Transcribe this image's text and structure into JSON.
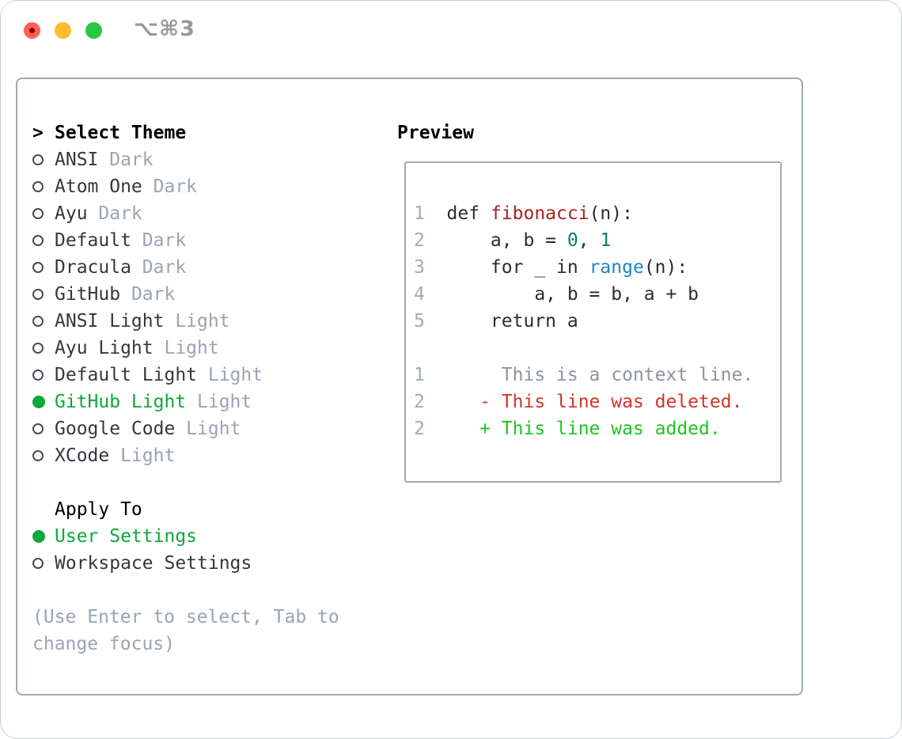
{
  "window": {
    "title": "⌥⌘3",
    "traffic_lights": {
      "close_color": "#ff5f57",
      "close_dot_color": "#850a06",
      "minimize_color": "#febc2e",
      "maximize_color": "#28c840"
    }
  },
  "theme_picker": {
    "prompt": ">",
    "header": "Select Theme",
    "items": [
      {
        "name": "ANSI",
        "tag": "Dark",
        "selected": false
      },
      {
        "name": "Atom One",
        "tag": "Dark",
        "selected": false
      },
      {
        "name": "Ayu",
        "tag": "Dark",
        "selected": false
      },
      {
        "name": "Default",
        "tag": "Dark",
        "selected": false
      },
      {
        "name": "Dracula",
        "tag": "Dark",
        "selected": false
      },
      {
        "name": "GitHub",
        "tag": "Dark",
        "selected": false
      },
      {
        "name": "ANSI Light",
        "tag": "Light",
        "selected": false
      },
      {
        "name": "Ayu Light",
        "tag": "Light",
        "selected": false
      },
      {
        "name": "Default Light",
        "tag": "Light",
        "selected": false
      },
      {
        "name": "GitHub Light",
        "tag": "Light",
        "selected": true
      },
      {
        "name": "Google Code",
        "tag": "Light",
        "selected": false
      },
      {
        "name": "XCode",
        "tag": "Light",
        "selected": false
      }
    ]
  },
  "apply_to": {
    "header": "Apply To",
    "items": [
      {
        "name": "User Settings",
        "selected": true
      },
      {
        "name": "Workspace Settings",
        "selected": false
      }
    ]
  },
  "help": {
    "line1": "(Use Enter to select, Tab to",
    "line2": "change focus)"
  },
  "preview": {
    "header": "Preview",
    "lines": [
      {
        "segments": [
          {
            "t": "1  ",
            "c": "ln"
          },
          {
            "t": "def ",
            "c": "pl"
          },
          {
            "t": "fibonacci",
            "c": "fn"
          },
          {
            "t": "(n):",
            "c": "pl"
          }
        ]
      },
      {
        "segments": [
          {
            "t": "2  ",
            "c": "ln"
          },
          {
            "t": "    a, b = ",
            "c": "pl"
          },
          {
            "t": "0",
            "c": "num"
          },
          {
            "t": ", ",
            "c": "pl"
          },
          {
            "t": "1",
            "c": "num"
          }
        ]
      },
      {
        "segments": [
          {
            "t": "3  ",
            "c": "ln"
          },
          {
            "t": "    for _ in ",
            "c": "pl"
          },
          {
            "t": "range",
            "c": "bi"
          },
          {
            "t": "(n):",
            "c": "pl"
          }
        ]
      },
      {
        "segments": [
          {
            "t": "4  ",
            "c": "ln"
          },
          {
            "t": "        a, b = b, a + b",
            "c": "pl"
          }
        ]
      },
      {
        "segments": [
          {
            "t": "5  ",
            "c": "ln"
          },
          {
            "t": "    return a",
            "c": "pl"
          }
        ]
      },
      {
        "segments": []
      },
      {
        "segments": [
          {
            "t": "1  ",
            "c": "ln"
          },
          {
            "t": "     This is a context line.",
            "c": "ctx"
          }
        ]
      },
      {
        "segments": [
          {
            "t": "2  ",
            "c": "ln"
          },
          {
            "t": "   - This line was deleted.",
            "c": "del"
          }
        ]
      },
      {
        "segments": [
          {
            "t": "2  ",
            "c": "ln"
          },
          {
            "t": "   + This line was added.",
            "c": "add"
          }
        ]
      }
    ]
  },
  "colors": {
    "selected_green": "#0ca83c",
    "added_green": "#1dc424",
    "deleted_red": "#d2342a",
    "function_red": "#a82420",
    "number_teal": "#0a7d74",
    "builtin_blue": "#1f87c5",
    "muted_gray": "#9aa5b1",
    "line_number_gray": "#a0abb9",
    "context_gray": "#8d949b",
    "text_dark": "#33383e",
    "panel_border": "#9faab4"
  }
}
